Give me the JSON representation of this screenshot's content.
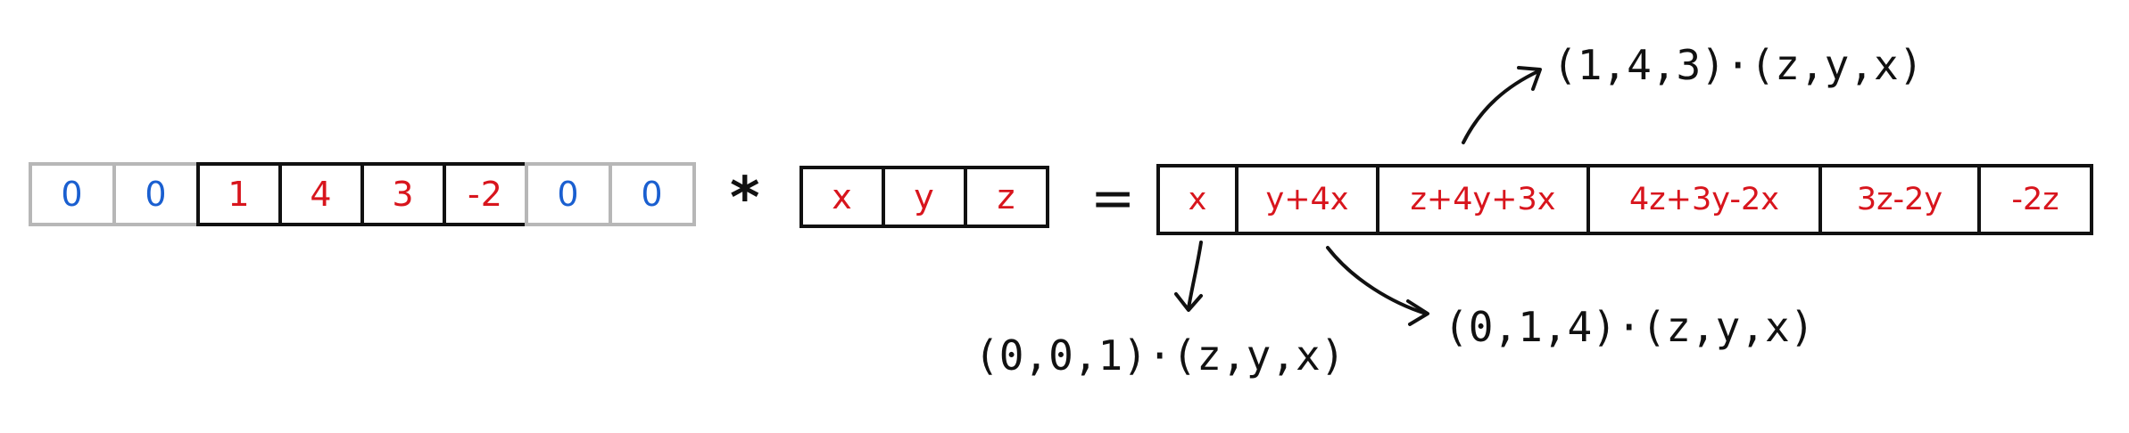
{
  "signal": {
    "cells": [
      {
        "text": "0",
        "kind": "pad"
      },
      {
        "text": "0",
        "kind": "pad"
      },
      {
        "text": "1",
        "kind": "value"
      },
      {
        "text": "4",
        "kind": "value"
      },
      {
        "text": "3",
        "kind": "value"
      },
      {
        "text": "-2",
        "kind": "value"
      },
      {
        "text": "0",
        "kind": "pad"
      },
      {
        "text": "0",
        "kind": "pad"
      }
    ]
  },
  "operators": {
    "convolve": "*",
    "equals": "="
  },
  "kernel": {
    "cells": [
      "x",
      "y",
      "z"
    ]
  },
  "output": {
    "cells": [
      "x",
      "y+4x",
      "z+4y+3x",
      "4z+3y-2x",
      "3z-2y",
      "-2z"
    ]
  },
  "annotations": {
    "first": "(0,0,1)·(z,y,x)",
    "second": "(0,1,4)·(z,y,x)",
    "third": "(1,4,3)·(z,y,x)"
  },
  "colors": {
    "padding": "#1a5fd0",
    "values": "#d8151d",
    "padding_border": "#b7b7b7",
    "border": "#111111"
  }
}
